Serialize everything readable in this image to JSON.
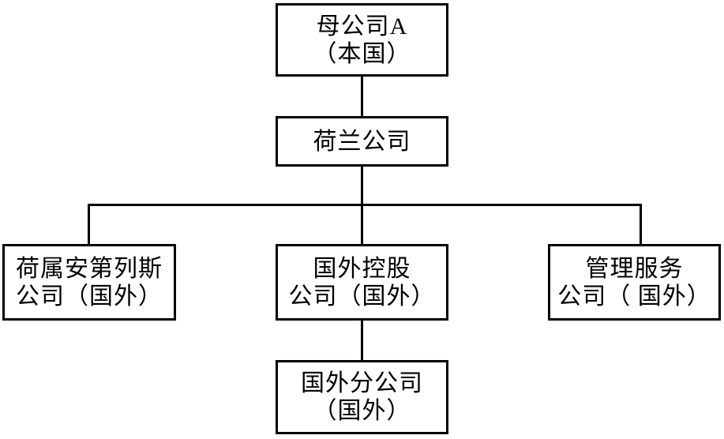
{
  "diagram": {
    "type": "org-chart",
    "background_color": "#ffffff",
    "box_border_color": "#000000",
    "line_color": "#000000",
    "text_color": "#000000"
  },
  "nodes": {
    "parent": {
      "lines": [
        "母公司A",
        "（本国）"
      ]
    },
    "netherlands": {
      "lines": [
        "荷兰公司"
      ]
    },
    "antilles": {
      "lines": [
        "荷属安第列斯",
        "公司（国外）"
      ]
    },
    "holding": {
      "lines": [
        "国外控股",
        "公司（国外）"
      ]
    },
    "management": {
      "lines": [
        "管理服务",
        "公司（ 国外）"
      ]
    },
    "branch": {
      "lines": [
        "国外分公司",
        "（国外）"
      ]
    }
  },
  "edges": [
    {
      "from": "parent",
      "to": "netherlands"
    },
    {
      "from": "netherlands",
      "to": "antilles"
    },
    {
      "from": "netherlands",
      "to": "holding"
    },
    {
      "from": "netherlands",
      "to": "management"
    },
    {
      "from": "holding",
      "to": "branch"
    }
  ]
}
